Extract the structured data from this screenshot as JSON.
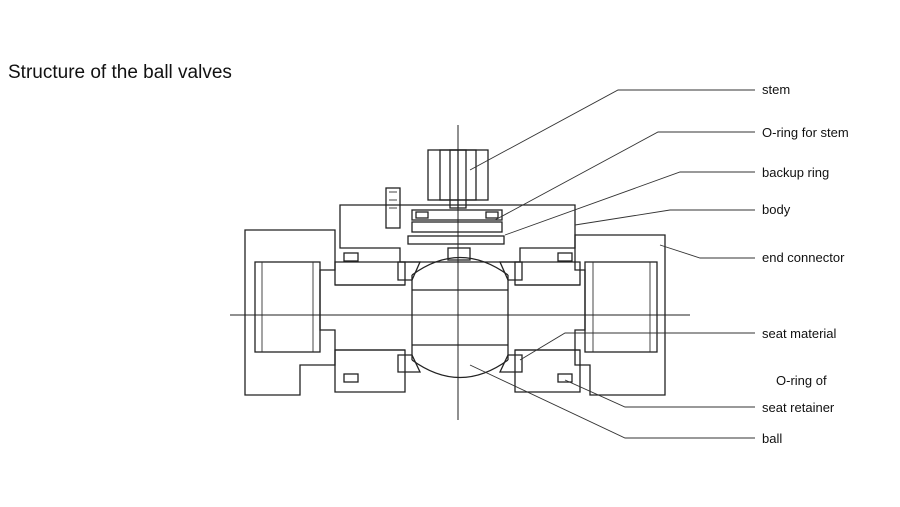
{
  "title": "Structure of the ball valves",
  "labels": {
    "stem": "stem",
    "o_ring_stem": "O-ring for stem",
    "backup_ring": "backup ring",
    "body": "body",
    "end_connector": "end connector",
    "seat_material": "seat material",
    "o_ring_seat_1": "O-ring of",
    "o_ring_seat_2": "seat retainer",
    "ball": "ball"
  }
}
